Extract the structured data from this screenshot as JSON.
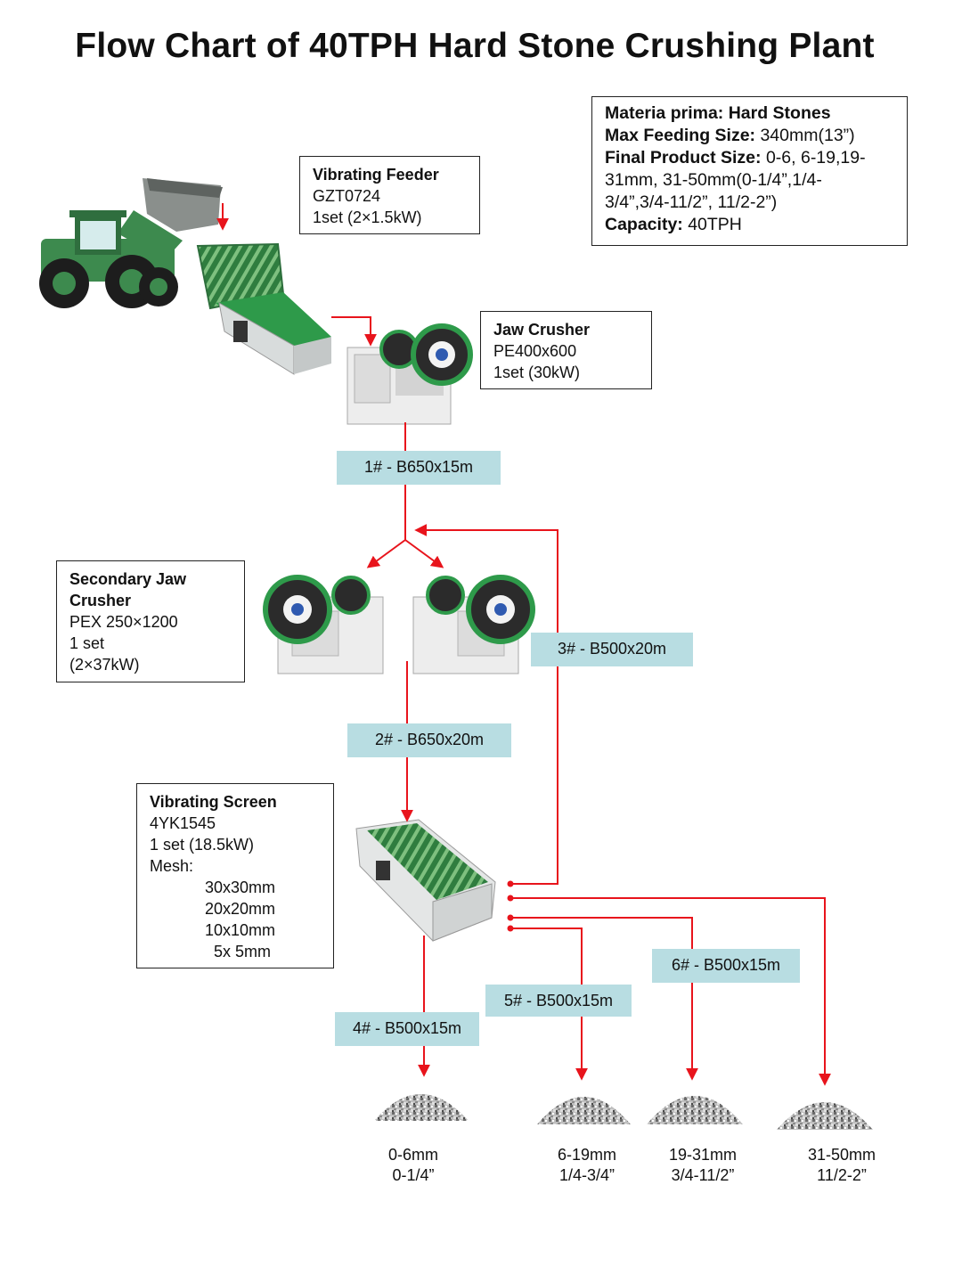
{
  "title": "Flow Chart of 40TPH Hard Stone Crushing Plant",
  "colors": {
    "flow": "#e8141c",
    "belt_bg": "#b8dde2",
    "machine_green": "#2e9a4a",
    "loader_green": "#3d8a4e"
  },
  "spec": {
    "raw_label": "Materia prima: Hard Stones",
    "feed_label": "Max Feeding Size:",
    "feed_value": " 340mm(13”)",
    "final_label": "Final Product Size:",
    "final_value_1": " 0-6, 6-19,19-",
    "final_value_2": "31mm, 31-50mm(0-1/4”,1/4-",
    "final_value_3": "3/4”,3/4-11/2”, 11/2-2”)",
    "capacity_label": "Capacity:",
    "capacity_value": "  40TPH"
  },
  "feeder": {
    "name": "Vibrating Feeder",
    "model": "GZT0724",
    "qty": "1set  (2×1.5kW)"
  },
  "jaw": {
    "name": "Jaw Crusher",
    "model": "PE400x600",
    "qty": "1set  (30kW)"
  },
  "secondary": {
    "name_1": "Secondary Jaw",
    "name_2": "Crusher",
    "model": "PEX 250×1200",
    "qty": "1 set",
    "power": "(2×37kW)"
  },
  "screen": {
    "name": "Vibrating Screen",
    "model": "4YK1545",
    "qty": "1 set  (18.5kW)",
    "mesh_label": "Mesh:",
    "meshes": [
      "30x30mm",
      "20x20mm",
      "10x10mm",
      "  5x 5mm"
    ]
  },
  "belts": [
    "1# - B650x15m",
    "2# - B650x20m",
    "3# - B500x20m",
    "4# - B500x15m",
    "5# - B500x15m",
    "6# - B500x15m"
  ],
  "products": [
    {
      "mm": "0-6mm",
      "inch": "0-1/4”"
    },
    {
      "mm": "6-19mm",
      "inch": "1/4-3/4”"
    },
    {
      "mm": "19-31mm",
      "inch": "3/4-11/2”"
    },
    {
      "mm": "31-50mm",
      "inch": "11/2-2”"
    }
  ]
}
